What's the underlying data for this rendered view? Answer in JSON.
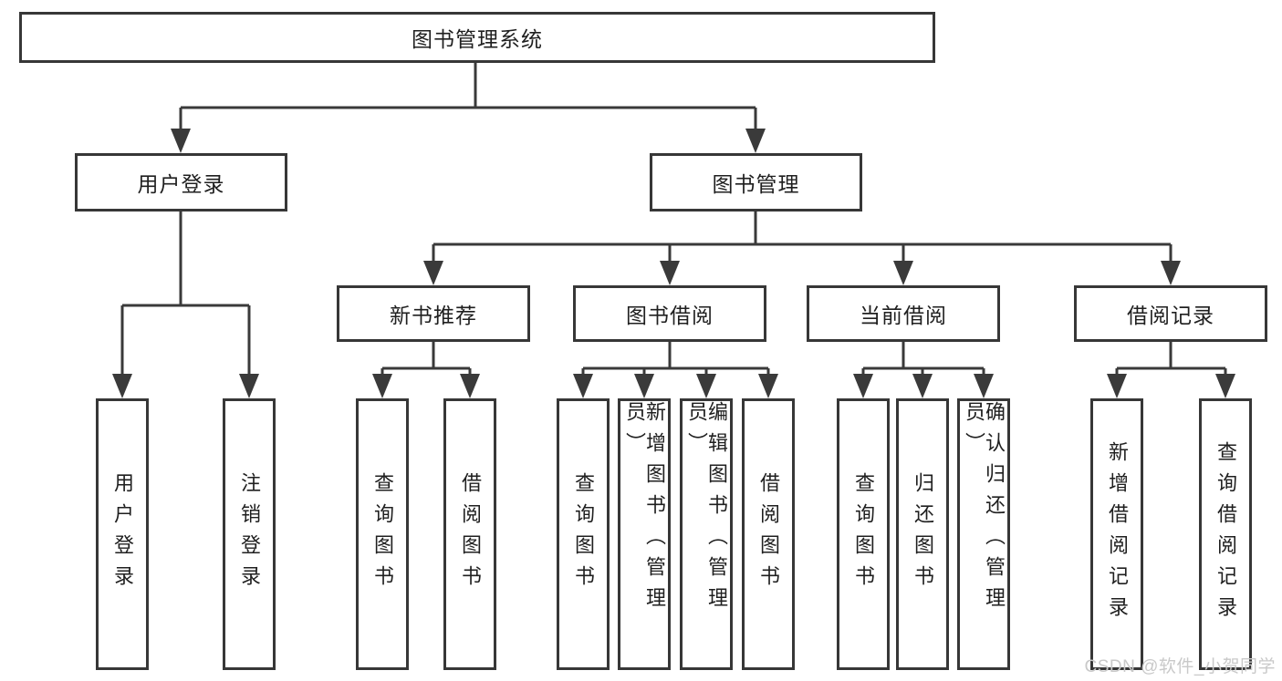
{
  "colors": {
    "line": "#3a3a3a",
    "box_border": "#373737",
    "box_fill": "#ffffff",
    "text": "#1f1f1f",
    "watermark": "#c9c9c9"
  },
  "root": {
    "label": "图书管理系统"
  },
  "branches": {
    "user_login": {
      "label": "用户登录",
      "leaves": [
        "用户登录",
        "注销登录"
      ]
    },
    "book_management": {
      "label": "图书管理",
      "children": [
        {
          "label": "新书推荐",
          "leaves": [
            "查询图书",
            "借阅图书"
          ]
        },
        {
          "label": "图书借阅",
          "leaves": [
            "查询图书",
            "新增图书（管理员）",
            "编辑图书（管理员）",
            "借阅图书"
          ]
        },
        {
          "label": "当前借阅",
          "leaves": [
            "查询图书",
            "归还图书",
            "确认归还（管理员）"
          ]
        },
        {
          "label": "借阅记录",
          "leaves": [
            "新增借阅记录",
            "查询借阅记录"
          ]
        }
      ]
    }
  },
  "watermark": "CSDN @软件_小贺同学"
}
